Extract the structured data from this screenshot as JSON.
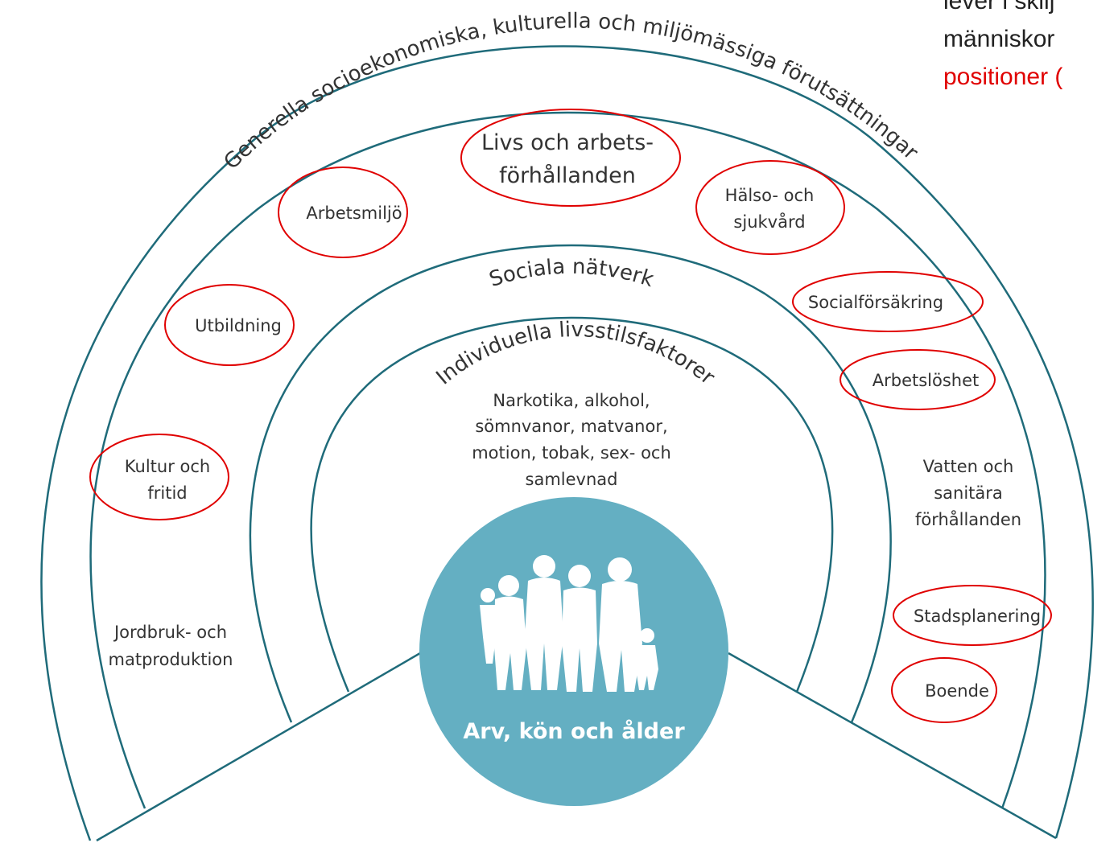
{
  "rings": {
    "outer_title": "Generella socioekonomiska, kulturella och miljömässiga förutsättningar",
    "social_title": "Sociala nätverk",
    "individual_title": "Individuella livsstilsfaktorer"
  },
  "center": {
    "label": "Arv, kön och ålder",
    "icon": "family-silhouette-icon"
  },
  "individual_factors": [
    "Narkotika, alkohol,",
    "sömnvanor, matvanor,",
    "motion, tobak, sex- och",
    "samlevnad"
  ],
  "conditions": {
    "livs_line1": "Livs och arbets-",
    "livs_line2": "förhållanden",
    "arbetsmiljo": "Arbetsmiljö",
    "halso_line1": "Hälso- och",
    "halso_line2": "sjukvård",
    "utbildning": "Utbildning",
    "socialforsakring": "Socialförsäkring",
    "arbetsloshet": "Arbetslöshet",
    "kultur_line1": "Kultur och",
    "kultur_line2": "fritid",
    "vatten_line1": "Vatten och",
    "vatten_line2": "sanitära",
    "vatten_line3": "förhållanden",
    "jordbruk_line1": "Jordbruk- och",
    "jordbruk_line2": "matproduktion",
    "stadsplanering": "Stadsplanering",
    "boende": "Boende"
  },
  "corner_text": {
    "line1": "lever i skilj",
    "line2": "människor",
    "line3": "positioner ("
  },
  "colors": {
    "ring_stroke": "#1f6b7a",
    "center_fill": "#64afc2",
    "highlight": "#e00000"
  }
}
